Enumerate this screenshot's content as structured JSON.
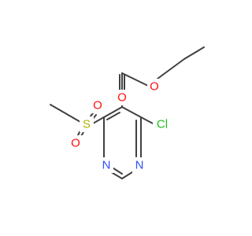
{
  "atoms": {
    "o_ether": {
      "symbol": "O",
      "color": "#ff0d0d"
    },
    "o_carbonyl": {
      "symbol": "O",
      "color": "#ff0d0d"
    },
    "s_sulfonyl": {
      "symbol": "S",
      "color": "#b2b200"
    },
    "o_sulfonyl_top": {
      "symbol": "O",
      "color": "#ff0d0d"
    },
    "o_sulfonyl_bottom": {
      "symbol": "O",
      "color": "#ff0d0d"
    },
    "cl": {
      "symbol": "Cl",
      "color": "#1fbd1f"
    },
    "n_left": {
      "symbol": "N",
      "color": "#3050f8"
    },
    "n_right": {
      "symbol": "N",
      "color": "#3050f8"
    }
  },
  "bond_color": "#404040"
}
